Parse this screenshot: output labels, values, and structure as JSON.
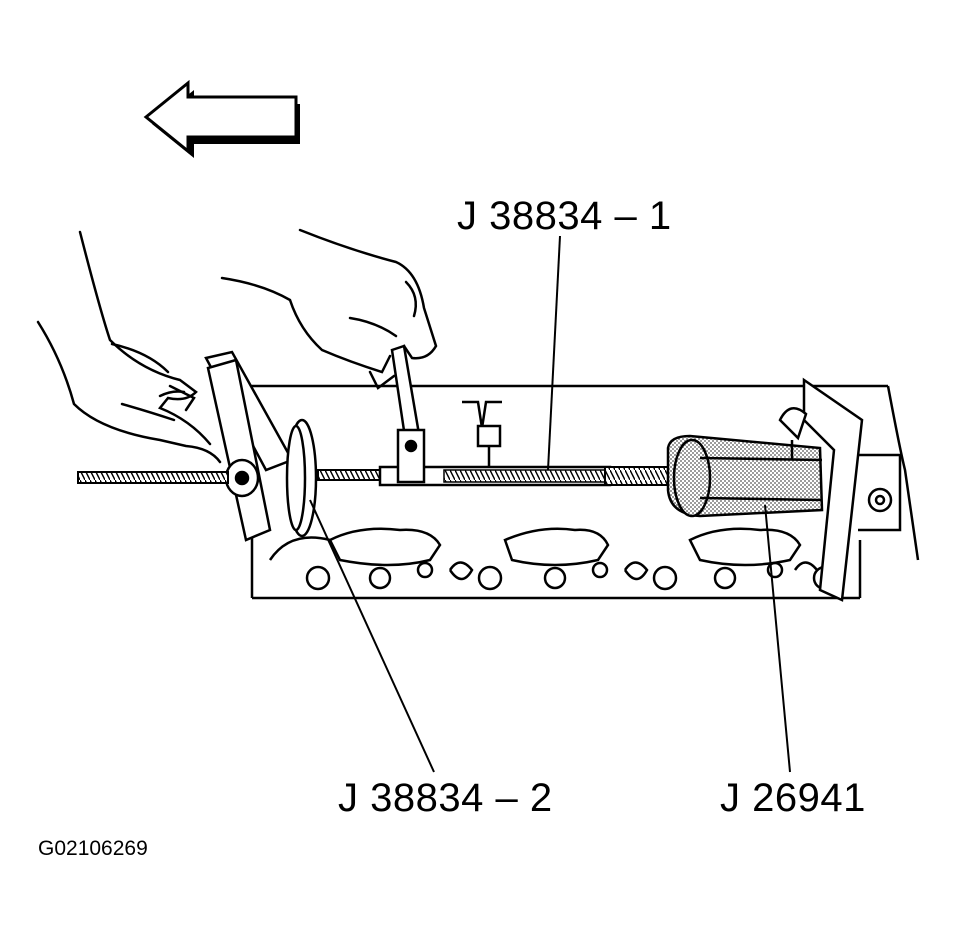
{
  "callouts": {
    "j38834_1": "J 38834 – 1",
    "j38834_2": "J 38834 – 2",
    "j26941": "J 26941"
  },
  "figure_id": "G02106269",
  "direction_arrow": "arrow-left-icon",
  "colors": {
    "ink": "#000000",
    "background": "#ffffff",
    "shade": "#9a9a9a"
  }
}
